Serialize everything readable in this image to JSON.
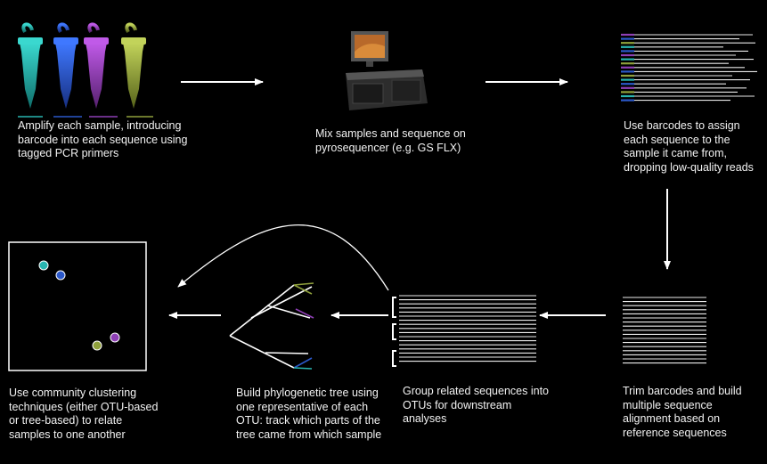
{
  "steps": {
    "amplify": "Amplify each sample, introducing barcode into each sequence using tagged PCR primers",
    "sequence": "Mix samples and sequence on pyrosequencer (e.g. GS FLX)",
    "assign": "Use barcodes to assign each sequence to the sample it came from, dropping low-quality reads",
    "trim": "Trim barcodes and build multiple sequence alignment based on reference sequences",
    "group": "Group related sequences into OTUs for downstream analyses",
    "tree": "Build phylogenetic tree using one representative of each OTU: track which parts of the tree came from which sample",
    "cluster": "Use community clustering techniques (either OTU-based or tree-based) to relate samples to one another"
  },
  "colors": {
    "background": "#000000",
    "sample_cyan": "#29b5b0",
    "sample_blue": "#2b58c9",
    "sample_purple": "#8e3fb5",
    "sample_olive": "#8fa03c"
  },
  "icons": [
    "pcr-tube-icon",
    "pyrosequencer-icon",
    "sequence-reads-icon",
    "alignment-icon",
    "otu-groups-icon",
    "phylogenetic-tree-icon",
    "ordination-plot-icon"
  ]
}
